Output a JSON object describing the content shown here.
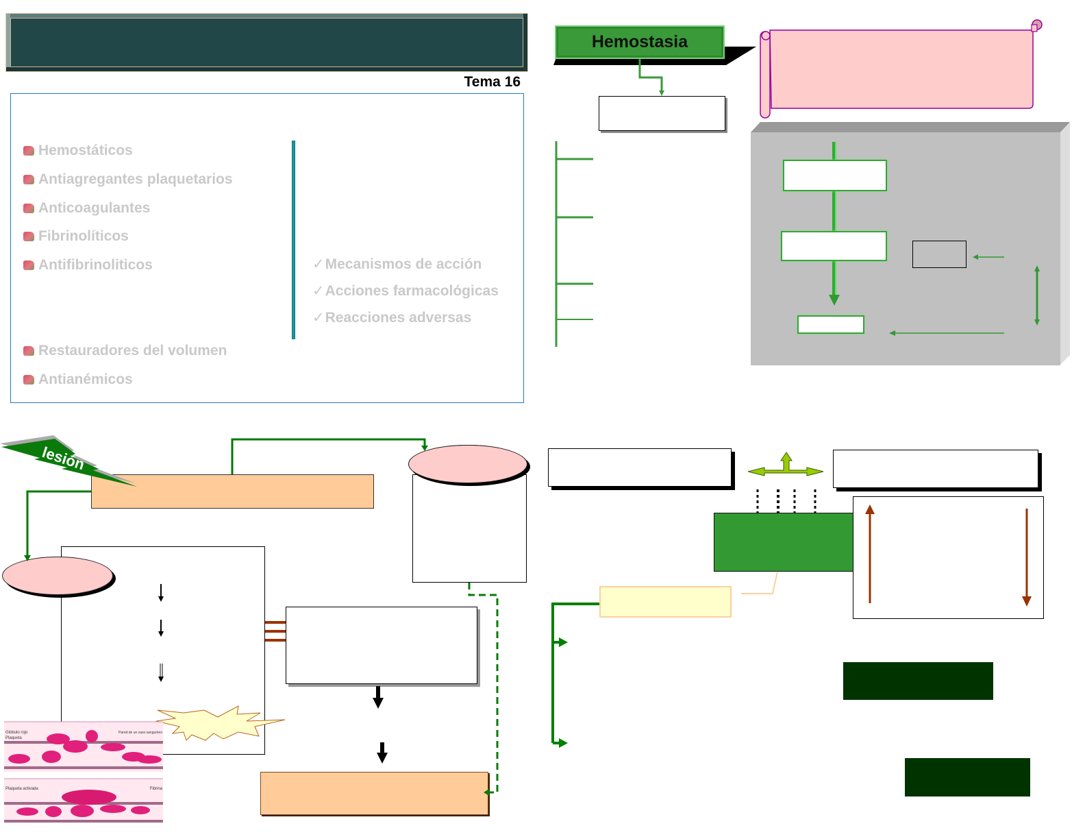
{
  "header": {
    "title_banner": "",
    "topic_label": "Tema 16"
  },
  "index": {
    "drug_groups": [
      {
        "label": "Hemostáticos",
        "icon": "rose-bullet-icon"
      },
      {
        "label": "Antiagregantes plaquetarios",
        "icon": "rose-bullet-icon"
      },
      {
        "label": "Anticoagulantes",
        "icon": "rose-bullet-icon"
      },
      {
        "label": "Fibrinolíticos",
        "icon": "rose-bullet-icon"
      },
      {
        "label": "Antifibrinoliticos",
        "icon": "rose-bullet-icon"
      }
    ],
    "study_aspects": [
      {
        "label": "Mecanismos de acción",
        "tick": "✓"
      },
      {
        "label": "Acciones farmacológicas",
        "tick": "✓"
      },
      {
        "label": "Reacciones adversas",
        "tick": "✓"
      }
    ],
    "other_groups": [
      {
        "label": "Restauradores del volumen",
        "icon": "rose-bullet-icon"
      },
      {
        "label": "Antianémicos",
        "icon": "rose-bullet-icon"
      }
    ]
  },
  "hemostasia": {
    "title": "Hemostasia"
  },
  "injury_diagram": {
    "lesion_label": "lesión",
    "illustration_labels": [
      "Glóbulo rojo",
      "Plaqueta",
      "Pared de un vaso sanguíneo",
      "Plaqueta activada",
      "Fibrina"
    ]
  },
  "colors": {
    "banner": "#214748",
    "hemostasia_green": "#3a9a3a",
    "scroll_pink": "#ffcccc",
    "scroll_border": "#990099",
    "panel_gray": "#c0c0c0",
    "peach": "#ffcc99",
    "connector_green": "#008000",
    "brown_arrow": "#993300",
    "dark_green": "#003300",
    "pale_yellow": "#ffffcc",
    "muted_text": "#c9c9c9"
  }
}
